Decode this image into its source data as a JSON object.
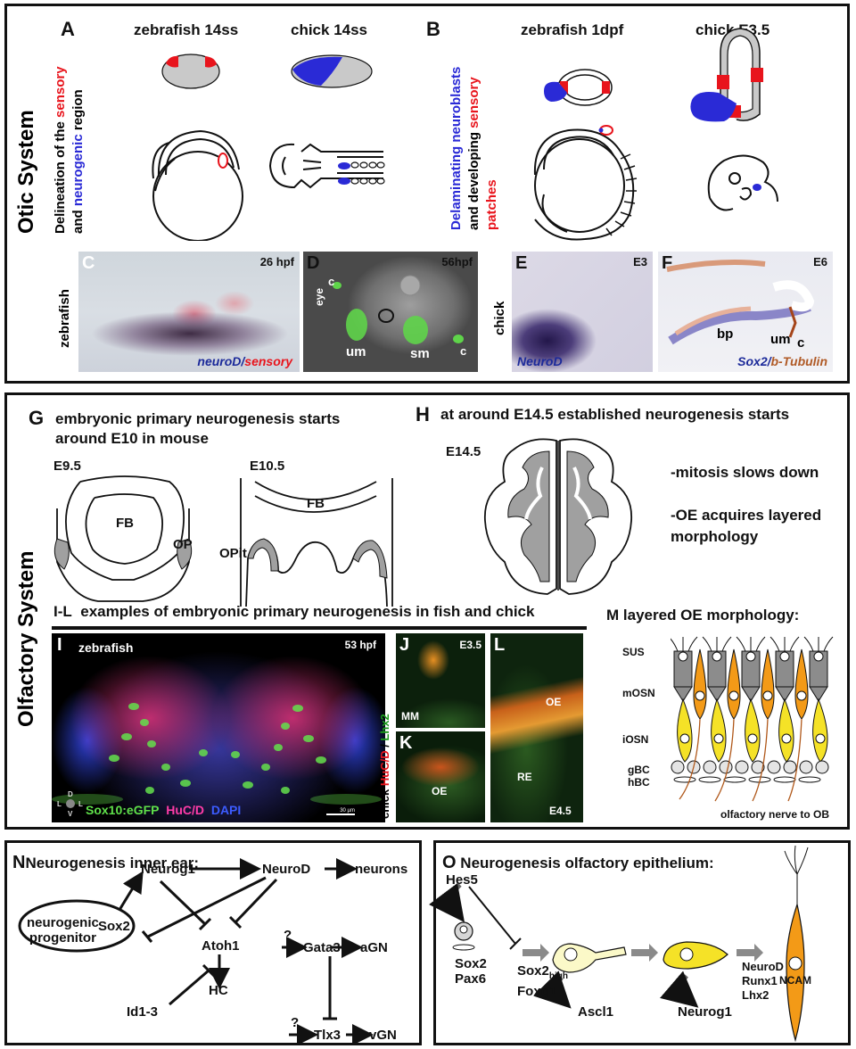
{
  "otic": {
    "section": "Otic System",
    "A": {
      "letter": "A",
      "zf": "zebrafish 14ss",
      "ck": "chick 14ss",
      "v1": "Delineation of the",
      "v1r": "sensory",
      "v2a": "and",
      "v2b": "neurogenic",
      "v2c": "region"
    },
    "B": {
      "letter": "B",
      "zf": "zebrafish 1dpf",
      "ck": "chick E3.5",
      "v1": "Delaminating neuroblasts",
      "v2a": "and developing",
      "v2b": "sensory",
      "v3": "patches"
    },
    "C": {
      "letter": "C",
      "time": "26 hpf",
      "side": "zebrafish",
      "m1": "neuroD/",
      "m2": "sensory"
    },
    "D": {
      "letter": "D",
      "time": "56hpf",
      "eye": "eye",
      "c1": "c",
      "um": "um",
      "sm": "sm",
      "c2": "c"
    },
    "E": {
      "letter": "E",
      "time": "E3",
      "side": "chick",
      "marker": "NeuroD"
    },
    "F": {
      "letter": "F",
      "time": "E6",
      "bp": "bp",
      "um": "um",
      "c": "c",
      "m1": "Sox2/",
      "m2": "b-Tubulin"
    }
  },
  "olf": {
    "section": "Olfactory System",
    "G": {
      "letter": "G",
      "line1": "embryonic primary neurogenesis starts",
      "line2": "around E10 in mouse",
      "e95": "E9.5",
      "e105": "E10.5",
      "fb1": "FB",
      "op": "OP",
      "fb2": "FB",
      "opit": "OPit"
    },
    "H": {
      "letter": "H",
      "title": "at around E14.5 established neurogenesis starts",
      "e145": "E14.5",
      "n1": "-mitosis slows down",
      "n2": "-OE acquires layered",
      "n3": "morphology"
    },
    "IL": {
      "letter": "I-L",
      "title": "examples of embryonic primary neurogenesis in fish and chick"
    },
    "I": {
      "letter": "I",
      "zf": "zebrafish",
      "time": "53 hpf",
      "g": "Sox10:eGFP",
      "m": "HuC/D",
      "b": "DAPI",
      "scale": "30 µm",
      "axD": "D",
      "axV": "V",
      "axL": "L",
      "axR": "L"
    },
    "J": {
      "letter": "J",
      "time": "E3.5",
      "mm": "MM"
    },
    "K": {
      "letter": "K",
      "oe": "OE"
    },
    "L": {
      "letter": "L",
      "oe": "OE",
      "re": "RE",
      "time": "E4.5"
    },
    "JK": {
      "side": "chick",
      "red": "HuC/D",
      "sep": " / ",
      "green": "Lhx2"
    },
    "M": {
      "letter": "M",
      "title": "layered OE morphology:",
      "sus": "SUS",
      "mosn": "mOSN",
      "iosn": "iOSN",
      "gbc": "gBC",
      "hbc": "hBC",
      "nerve": "olfactory nerve to OB"
    }
  },
  "N": {
    "letter": "N",
    "title": "Neurogenesis inner ear:",
    "neurog1": "Neurog1",
    "neurod": "NeuroD",
    "neurons": "neurons",
    "prog1": "neurogenic",
    "prog2": "progenitor",
    "sox2": "Sox2",
    "atoh1": "Atoh1",
    "hc": "HC",
    "id": "Id1-3",
    "q1": "?",
    "gata3": "Gata3",
    "agn": "aGN",
    "q2": "?",
    "tlx3": "Tlx3",
    "vgn": "vGN"
  },
  "O": {
    "letter": "O",
    "title": "Neurogenesis olfactory epithelium:",
    "hes5": "Hes5",
    "sox2": "Sox2",
    "pax6": "Pax6",
    "sox2b": "Sox2",
    "high": "high",
    "foxg1": "Foxg1",
    "ascl1": "Ascl1",
    "neurog1": "Neurog1",
    "nd": "NeuroD",
    "runx": "Runx1",
    "lhx2": "Lhx2",
    "ncam": "NCAM"
  }
}
